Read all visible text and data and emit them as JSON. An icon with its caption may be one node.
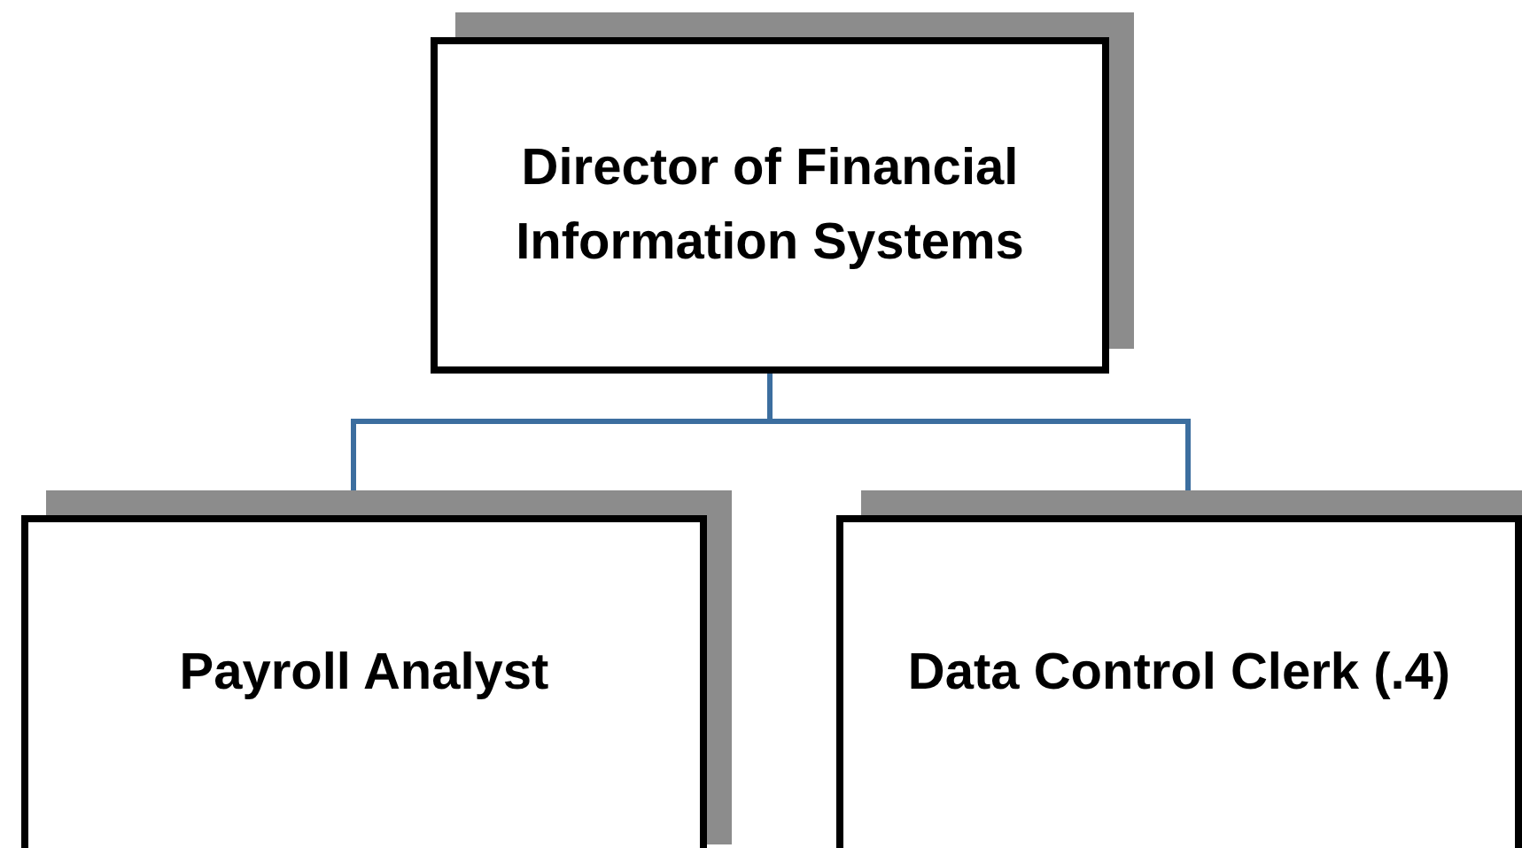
{
  "diagram": {
    "nodes": [
      {
        "text": [
          "Director of Financial Information Systems"
        ]
      },
      {
        "text": [
          "Payroll Analyst"
        ]
      },
      {
        "text": [
          "Data Control Clerk (.4)"
        ]
      }
    ],
    "edges": [
      {
        "from": 0,
        "to": 1,
        "arrow": "none"
      },
      {
        "from": 0,
        "to": 2,
        "arrow": "none"
      }
    ]
  }
}
